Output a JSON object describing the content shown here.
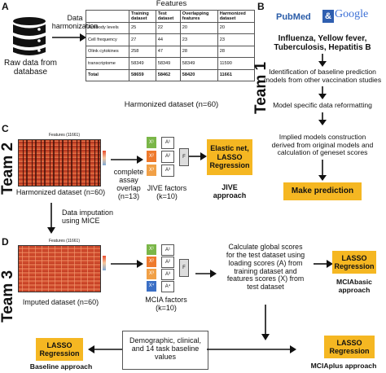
{
  "panels": {
    "a": "A",
    "b": "B",
    "c": "C",
    "d": "D"
  },
  "teams": {
    "team1": "Team 1",
    "team2": "Team 2",
    "team3": "Team 3"
  },
  "panel_a": {
    "raw_label": "Raw data from\ndatabase",
    "harmonization_label": "Data\nharmonization",
    "table_title": "Features",
    "headers": [
      "",
      "Training\ndataset",
      "Test\ndataset",
      "Overlapping\nfeatures",
      "Harmonized\ndataset"
    ],
    "rows": [
      [
        "Antibody levels",
        "25",
        "22",
        "20",
        "20"
      ],
      [
        "Cell frequency",
        "27",
        "44",
        "23",
        "23"
      ],
      [
        "Olink cytokines",
        "258",
        "47",
        "28",
        "28"
      ],
      [
        "transcriptome",
        "58349",
        "58349",
        "58349",
        "11590"
      ],
      [
        "Total",
        "58659",
        "58462",
        "58420",
        "11661"
      ]
    ],
    "caption": "Harmonized dataset (n=60)"
  },
  "panel_b": {
    "pubmed": "PubMed",
    "google": "Google",
    "diseases": "Influenza, Yellow fever,\nTuberculosis, Hepatitis B",
    "step1": "Identification of baseline prediction\nmodels from other vaccination studies",
    "step2": "Model specific data reformatting",
    "step3": "Implied models construction\nderived from original models and\ncalculation of geneset scores",
    "predict": "Make prediction"
  },
  "panel_c": {
    "heat_title": "Features (11661)",
    "caption": "Harmonized dataset (n=60)",
    "overlap": "complete\nassay\noverlap\n(n=13)",
    "factors": "JIVE factors\n(k=10)",
    "elastic": "Elastic net,\nLASSO\nRegression",
    "approach": "JIVE\napproach",
    "imputation": "Data imputation\nusing MICE"
  },
  "panel_d": {
    "heat_title": "Features (11661)",
    "caption": "Imputed dataset (n=60)",
    "factors": "MCIA factors\n(k=10)",
    "calc": "Calculate global scores\nfor the test dataset using\nloading scores (A) from\ntraining dataset and\nfeatures scores (X) from\ntest dataset",
    "lasso": "LASSO\nRegression",
    "mcia_basic": "MCIAbasic\napproach",
    "baseline_box": "Demographic, clinical,\nand 14 task baseline\nvalues",
    "mcia_plus": "MCIAplus approach",
    "baseline_approach": "Baseline approach"
  },
  "colors": {
    "orange": "#f5b722",
    "heat_red": "#c8442a",
    "heat_dark": "#3a0d06",
    "green": "#7ab648",
    "factor_orange": "#ee7a2d",
    "blue": "#3b6fc5"
  }
}
